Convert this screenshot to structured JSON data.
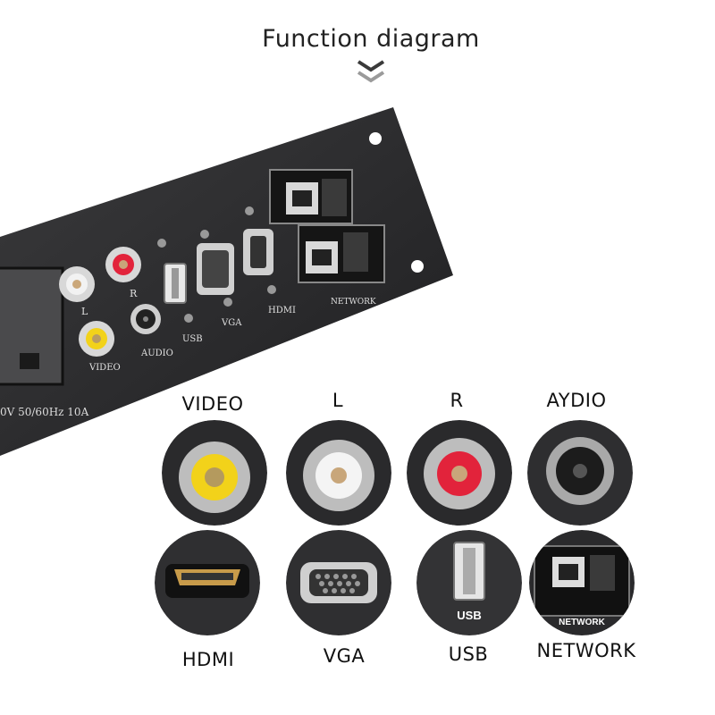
{
  "title": "Function diagram",
  "panel": {
    "labels": [
      "L",
      "R",
      "VIDEO",
      "AUDIO",
      "USB",
      "VGA",
      "HDMI",
      "NETWORK"
    ],
    "port_tag": "NETWORK",
    "power_text": "0V 50/60Hz 10A"
  },
  "top_row": [
    {
      "label": "VIDEO"
    },
    {
      "label": "L"
    },
    {
      "label": "R"
    },
    {
      "label": "AYDIO"
    }
  ],
  "bottom_row": [
    {
      "label": "HDMI"
    },
    {
      "label": "VGA"
    },
    {
      "label": "USB",
      "inset_text": "USB"
    },
    {
      "label": "NETWORK",
      "inset_text": "NETWORK"
    }
  ],
  "colors": {
    "panel": "#2b2b2d",
    "video_jack": "#f2d21a",
    "r_jack": "#e2233b",
    "l_jack": "#f4f4f4"
  }
}
